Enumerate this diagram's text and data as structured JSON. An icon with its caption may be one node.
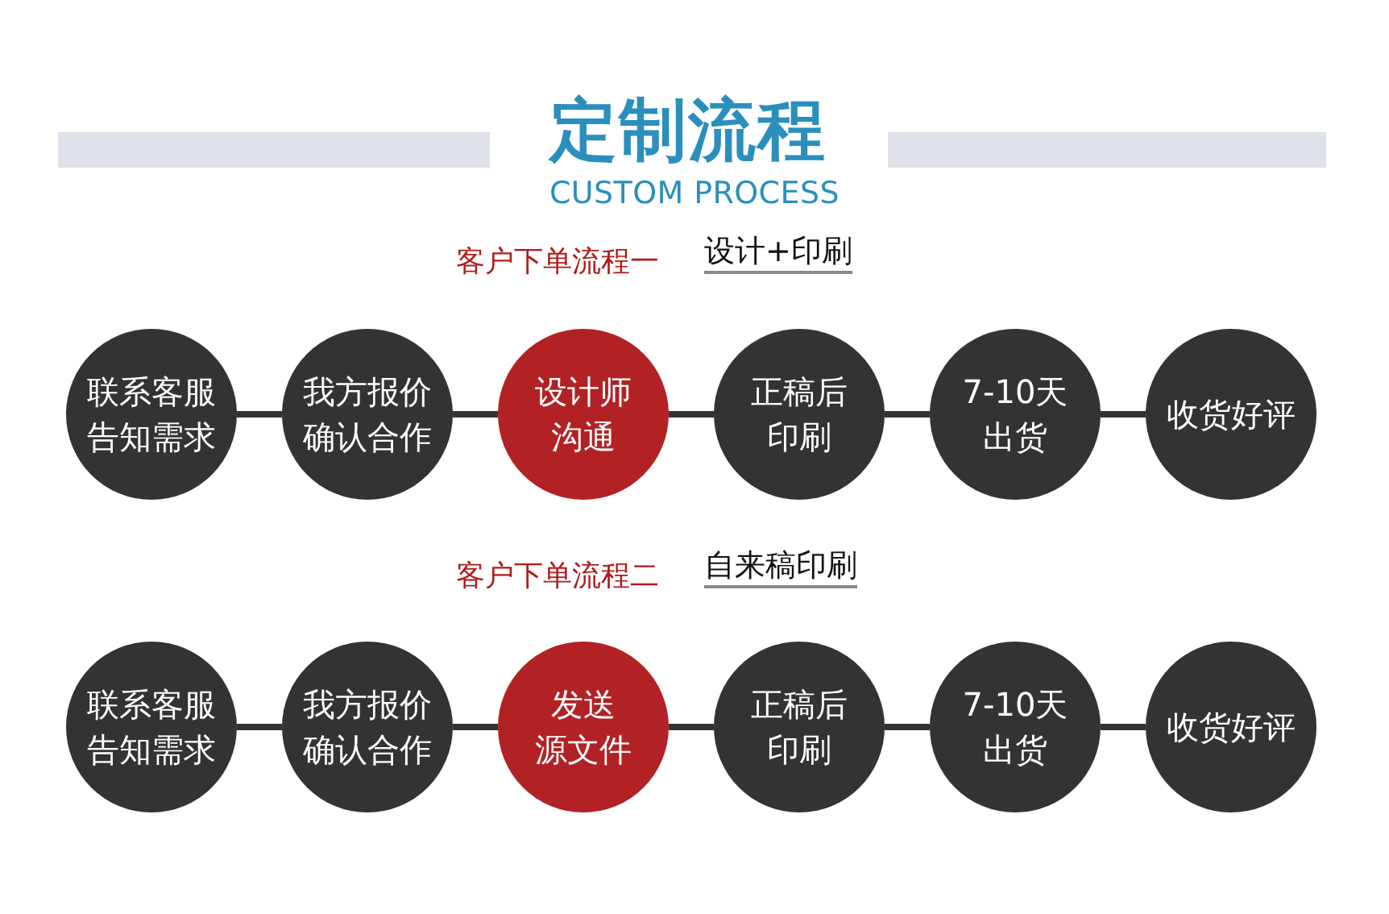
{
  "diagram": {
    "title": "定制流程",
    "nodes": [
      {
        "text": [
          "联系客服告知需求"
        ]
      },
      {
        "text": [
          "我方报价确认合作"
        ]
      },
      {
        "text": [
          "设计师沟通"
        ]
      },
      {
        "text": [
          "正稿后印刷"
        ]
      },
      {
        "text": [
          "7-10天出货"
        ]
      },
      {
        "text": [
          "收货好评"
        ]
      },
      {
        "text": [
          "联系客服告知需求"
        ]
      },
      {
        "text": [
          "我方报价确认合作"
        ]
      },
      {
        "text": [
          "发送源文件"
        ]
      },
      {
        "text": [
          "正稿后印刷"
        ]
      },
      {
        "text": [
          "7-10天出货"
        ]
      },
      {
        "text": [
          "收货好评"
        ]
      }
    ],
    "edges": [
      {
        "from": 0,
        "to": 1,
        "arrow": "none"
      },
      {
        "from": 1,
        "to": 2,
        "arrow": "none"
      },
      {
        "from": 2,
        "to": 3,
        "arrow": "none"
      },
      {
        "from": 3,
        "to": 4,
        "arrow": "none"
      },
      {
        "from": 4,
        "to": 5,
        "arrow": "none"
      },
      {
        "from": 6,
        "to": 7,
        "arrow": "none"
      },
      {
        "from": 7,
        "to": 8,
        "arrow": "none"
      },
      {
        "from": 8,
        "to": 9,
        "arrow": "none"
      },
      {
        "from": 9,
        "to": 10,
        "arrow": "none"
      },
      {
        "from": 10,
        "to": 11,
        "arrow": "none"
      }
    ],
    "labels": [
      "CUSTOM PROCESS",
      "客户下单流程一",
      "设计+印刷",
      "客户下单流程二",
      "自来稿印刷"
    ]
  }
}
